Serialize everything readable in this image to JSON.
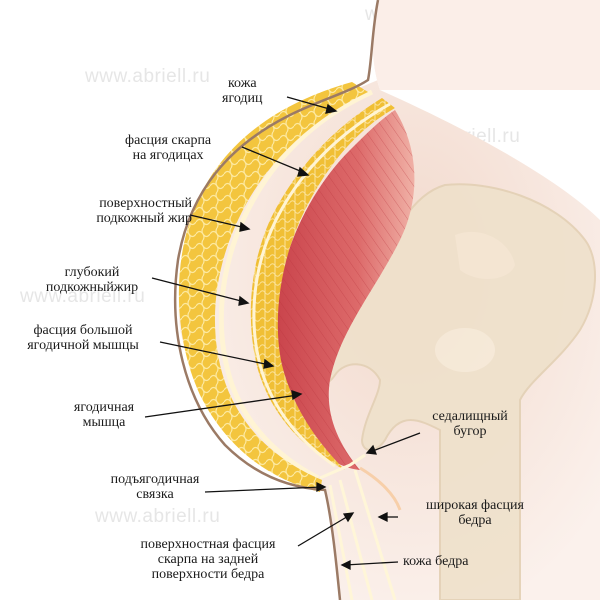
{
  "watermark": "www.abriell.ru",
  "labels": {
    "buttock_skin": [
      "кожа",
      "ягодиц"
    ],
    "scarpa_buttock": [
      "фасция скарпа",
      "на ягодицах"
    ],
    "superficial_fat": [
      "поверхностный",
      "подкожный жир"
    ],
    "deep_fat": [
      "глубокий",
      "подкожныйжир"
    ],
    "gluteus_fascia": [
      "фасция большой",
      "ягодичной мышцы"
    ],
    "gluteus_muscle": [
      "ягодичная",
      "мышца"
    ],
    "ischial_tuberosity": [
      "седалищный",
      "бугор"
    ],
    "subgluteal_ligament": [
      "подъягодичная",
      "связка"
    ],
    "fascia_lata": [
      "широкая фасция",
      "бедра"
    ],
    "scarpa_thigh": [
      "поверхностная фасция",
      "скарпа на задней",
      "поверхности бедра"
    ],
    "thigh_skin": [
      "кожа бедра"
    ]
  },
  "colors": {
    "fat": "#f3c63f",
    "fat_light": "#f9e08a",
    "fascia": "#fff6d8",
    "muscle": "#d9545a",
    "bone": "#ecdcc3",
    "skin_tone": "#f6e6dc",
    "skin_line": "#8c6a55",
    "leader": "#111111"
  }
}
